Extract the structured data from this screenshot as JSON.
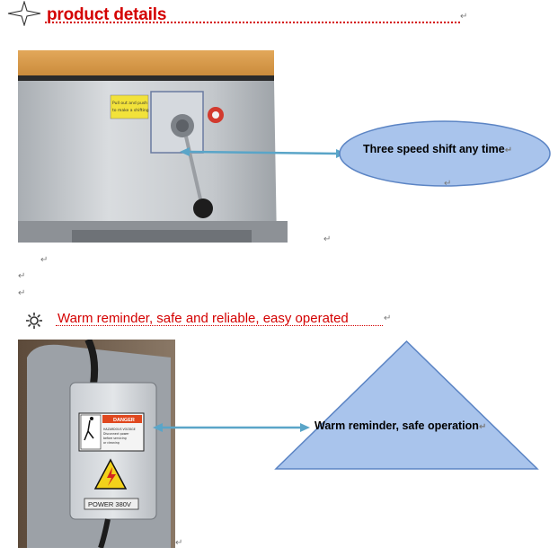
{
  "headings": {
    "product_details": "product details",
    "warm_reminder": "Warm reminder, safe and reliable, easy operated"
  },
  "callouts": {
    "speed": "Three speed shift any time",
    "safety": "Warm reminder, safe operation"
  },
  "image1": {
    "sticker_line1": "Pull out and push",
    "sticker_line2": "to make a shifting"
  },
  "image2": {
    "danger_label": "DANGER",
    "warning_line1": "HAZARDOUS VOLTAGE",
    "warning_line2": "Disconnect power",
    "warning_line3": "before servicing",
    "warning_line4": "or cleaning",
    "power_label": "POWER 380V"
  },
  "paragraph_mark": "↵",
  "colors": {
    "heading": "#d40000",
    "shape_fill": "#a9c4ec",
    "shape_stroke": "#5b84c4",
    "arrow": "#5aa5c8"
  },
  "icons": [
    "four-point-star-icon",
    "gear-icon",
    "double-arrow-icon"
  ]
}
